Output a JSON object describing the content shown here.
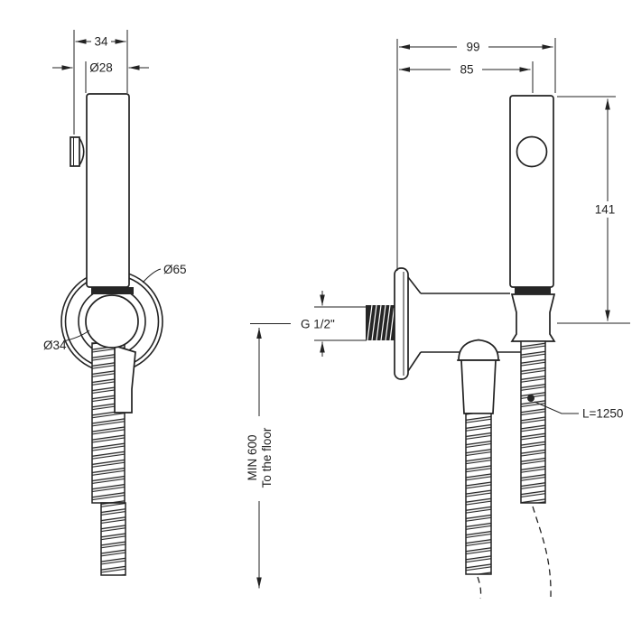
{
  "page": {
    "background": "#ffffff",
    "line_color": "#222222",
    "dark_fill": "#262626"
  },
  "front_view": {
    "labels": {
      "width": "34",
      "head_diameter": "Ø28",
      "holder_diameter": "Ø65",
      "ball_joint_diameter": "Ø34"
    }
  },
  "side_view": {
    "labels": {
      "total_depth": "99",
      "depth_to_handle_axis": "85",
      "handle_height": "141",
      "inlet_thread": "G 1/2\"",
      "hose_length": "L=1250",
      "min_mounting_height": "MIN 600",
      "min_mounting_height_note": "To the floor"
    }
  }
}
